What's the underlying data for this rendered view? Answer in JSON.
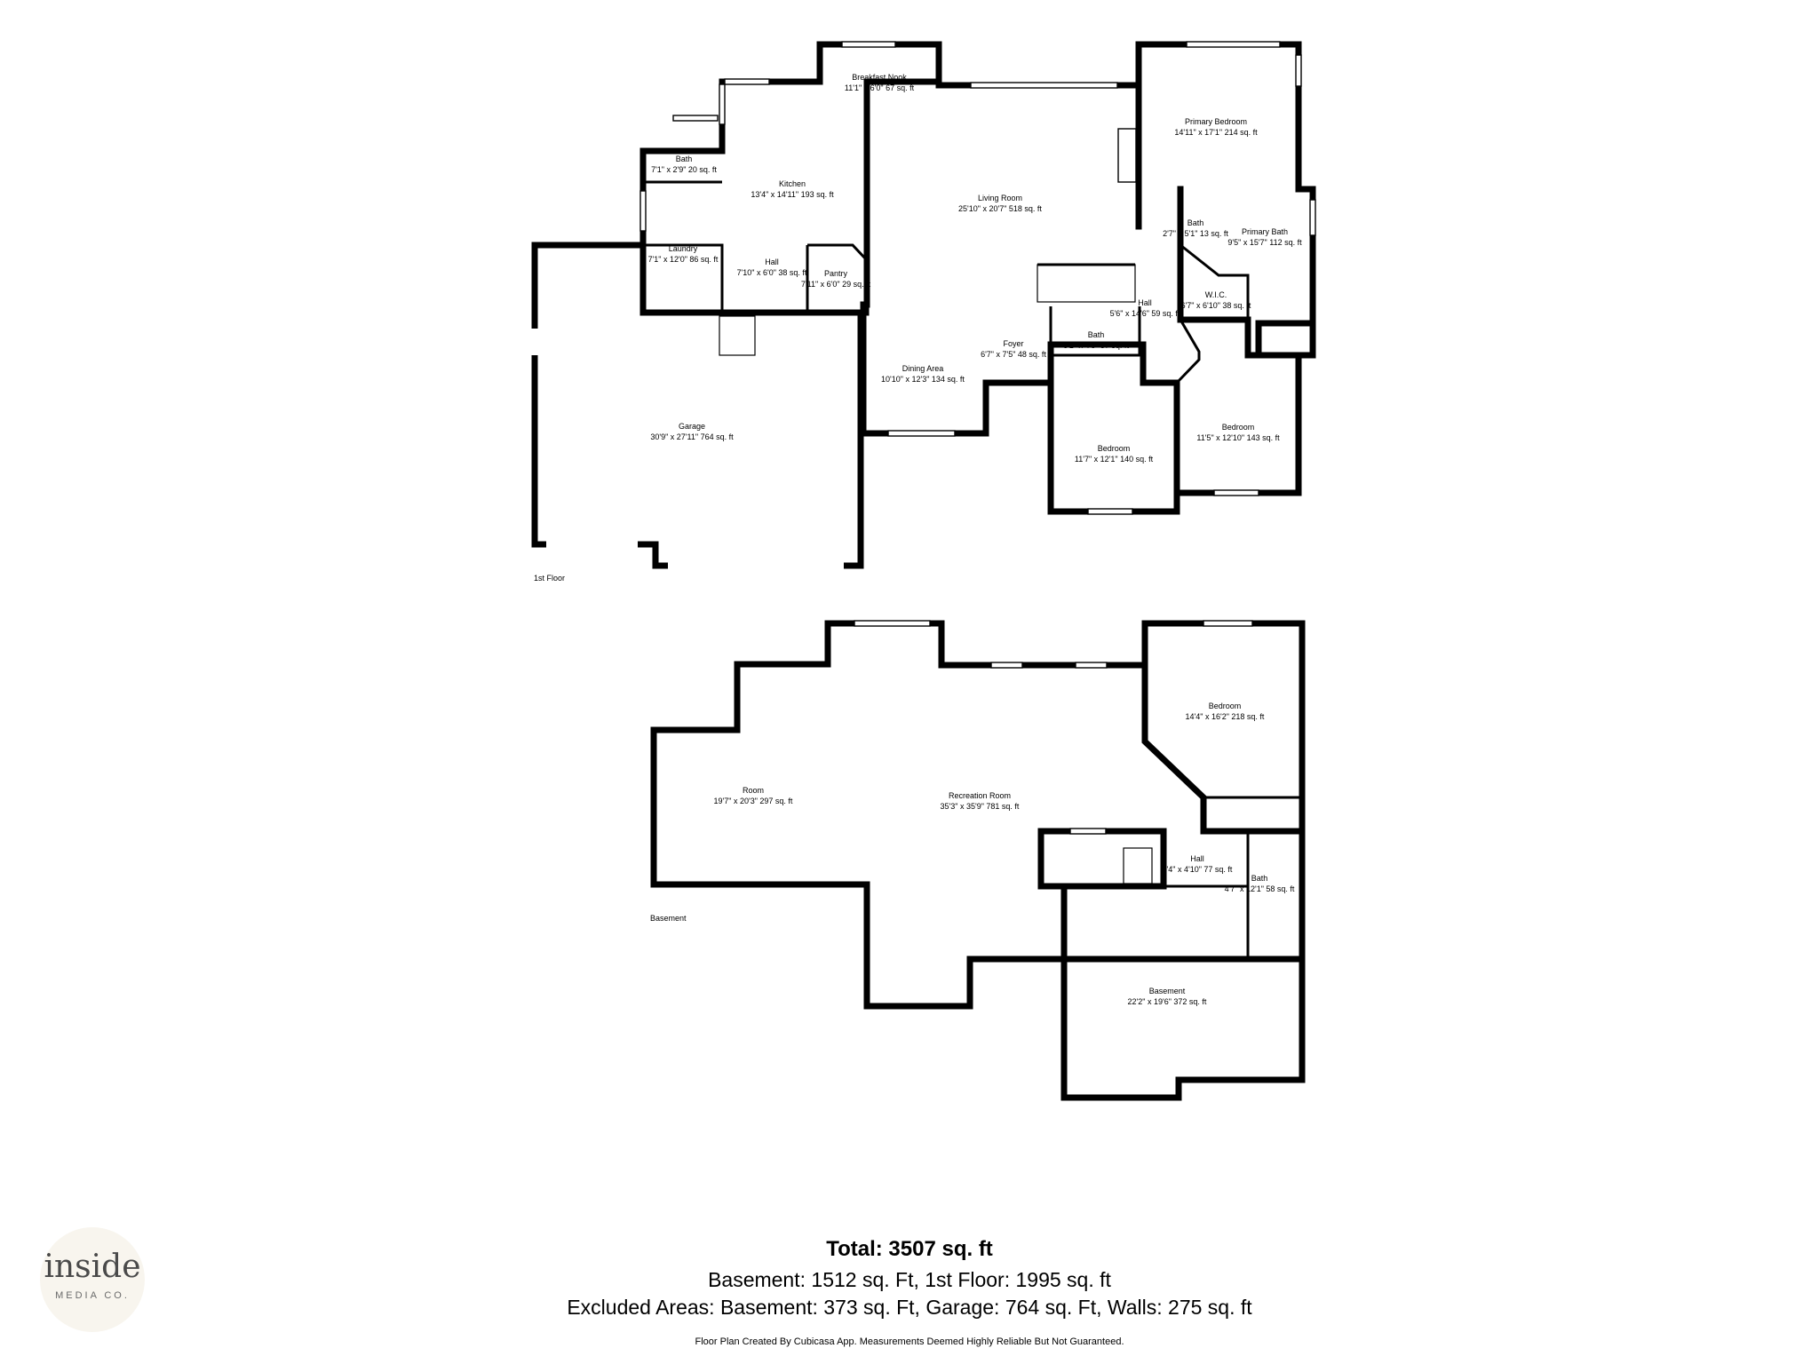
{
  "floors": [
    {
      "key": "first",
      "label": "1st Floor"
    },
    {
      "key": "basement",
      "label": "Basement"
    }
  ],
  "rooms": {
    "breakfast_nook": {
      "name": "Breakfast Nook",
      "dims": "11'1\" x 6'0\" 67 sq. ft"
    },
    "primary_bedroom": {
      "name": "Primary Bedroom",
      "dims": "14'11\" x 17'1\" 214 sq. ft"
    },
    "bath_upper": {
      "name": "Bath",
      "dims": "7'1\" x 2'9\" 20 sq. ft"
    },
    "kitchen": {
      "name": "Kitchen",
      "dims": "13'4\" x 14'11\" 193 sq. ft"
    },
    "living_room": {
      "name": "Living Room",
      "dims": "25'10\" x 20'7\" 518 sq. ft"
    },
    "bath_small": {
      "name": "Bath",
      "dims": "2'7\" x 5'1\" 13 sq. ft"
    },
    "primary_bath": {
      "name": "Primary Bath",
      "dims": "9'5\" x 15'7\" 112 sq. ft"
    },
    "laundry": {
      "name": "Laundry",
      "dims": "7'1\" x 12'0\" 86 sq. ft"
    },
    "hall_1": {
      "name": "Hall",
      "dims": "7'10\" x 6'0\" 38 sq. ft"
    },
    "pantry": {
      "name": "Pantry",
      "dims": "7'11\" x 6'0\" 29 sq. ft"
    },
    "wic": {
      "name": "W.I.C.",
      "dims": "6'7\" x 6'10\" 38 sq. ft"
    },
    "hall_2": {
      "name": "Hall",
      "dims": "5'6\" x 14'6\" 59 sq. ft"
    },
    "bath_mid": {
      "name": "Bath",
      "dims": "8'1\" x 4'8\" 37 sq. ft"
    },
    "foyer": {
      "name": "Foyer",
      "dims": "6'7\" x 7'5\" 48 sq. ft"
    },
    "dining": {
      "name": "Dining Area",
      "dims": "10'10\" x 12'3\" 134 sq. ft"
    },
    "garage": {
      "name": "Garage",
      "dims": "30'9\" x 27'11\" 764 sq. ft"
    },
    "bedroom_1": {
      "name": "Bedroom",
      "dims": "11'5\" x 12'10\" 143 sq. ft"
    },
    "bedroom_2": {
      "name": "Bedroom",
      "dims": "11'7\" x 12'1\" 140 sq. ft"
    },
    "bsmt_bedroom": {
      "name": "Bedroom",
      "dims": "14'4\" x 16'2\" 218 sq. ft"
    },
    "room": {
      "name": "Room",
      "dims": "19'7\" x 20'3\" 297 sq. ft"
    },
    "recreation": {
      "name": "Recreation Room",
      "dims": "35'3\" x 35'9\" 781 sq. ft"
    },
    "bsmt_hall": {
      "name": "Hall",
      "dims": "8'4\" x 4'10\" 77 sq. ft"
    },
    "bsmt_bath": {
      "name": "Bath",
      "dims": "4'7\" x 12'1\" 58 sq. ft"
    },
    "bsmt_basement": {
      "name": "Basement",
      "dims": "22'2\" x 19'6\" 372 sq. ft"
    }
  },
  "summary": {
    "total": "Total: 3507 sq. ft",
    "floors_line": "Basement: 1512 sq. Ft, 1st Floor: 1995 sq. ft",
    "excluded_line": "Excluded Areas: Basement: 373 sq. Ft, Garage: 764 sq. Ft, Walls: 275 sq. ft",
    "disclaimer": "Floor Plan Created By Cubicasa App. Measurements Deemed Highly Reliable But Not Guaranteed."
  },
  "logo": {
    "word": "inside",
    "sub": "MEDIA CO."
  },
  "colors": {
    "wall": "#000000",
    "background": "#ffffff",
    "logo_bg": "#f8f5ee"
  }
}
